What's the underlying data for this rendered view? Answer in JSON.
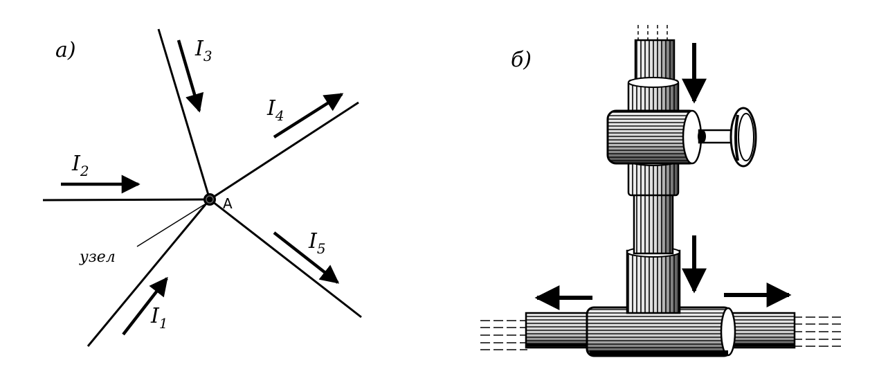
{
  "panel_a": {
    "label": "а)",
    "node_label": "A",
    "node_caption": "узел",
    "currents": [
      {
        "id": "I1",
        "letter": "I",
        "sub": "1"
      },
      {
        "id": "I2",
        "letter": "I",
        "sub": "2"
      },
      {
        "id": "I3",
        "letter": "I",
        "sub": "3"
      },
      {
        "id": "I4",
        "letter": "I",
        "sub": "4"
      },
      {
        "id": "I5",
        "letter": "I",
        "sub": "5"
      }
    ]
  },
  "panel_b": {
    "label": "б)"
  },
  "colors": {
    "ink": "#000000",
    "paper": "#ffffff"
  }
}
